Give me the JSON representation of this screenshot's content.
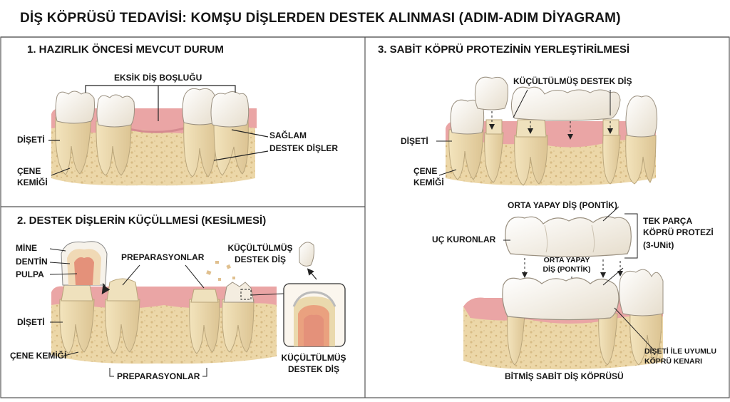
{
  "title": "DİŞ KÖPRÜSÜ TEDAVİSİ: KOMŞU DİŞLERDEN DESTEK ALINMASI (ADIM-ADIM DİYAGRAM)",
  "panel1": {
    "title": "1. HAZIRLIK ÖNCESİ MEVCUT DURUM",
    "gap_label": "EKSİK DİŞ BOŞLUĞU",
    "gum_label": "DİŞETİ",
    "bone_label_1": "ÇENE",
    "bone_label_2": "KEMİĞİ",
    "abutment_label_1": "SAĞLAM",
    "abutment_label_2": "DESTEK DİŞLER"
  },
  "panel2": {
    "title": "2. DESTEK DİŞLERİN KÜÇÜLLMESİ (KESİLMESİ)",
    "enamel_label": "MİNE",
    "dentin_label": "DENTİN",
    "pulp_label": "PULPA",
    "prep_label_top": "PREPARASYONLAR",
    "reduced_label_1": "KÜÇÜLTÜLMÜŞ",
    "reduced_label_2": "DESTEK DİŞ",
    "gum_label": "DİŞETİ",
    "bone_label": "ÇENE KEMİĞİ",
    "prep_label_bottom": "PREPARASYONLAR",
    "inset_label_1": "KÜÇÜLTÜLMÜŞ",
    "inset_label_2": "DESTEK DİŞ"
  },
  "panel3": {
    "title": "3. SABİT KÖPRÜ PROTEZİNİN YERLEŞTİRİLMESİ",
    "reduced_label": "KÜÇÜLTÜLMÜŞ DESTEK DİŞ",
    "gum_label": "DİŞETİ",
    "bone_label_1": "ÇENE",
    "bone_label_2": "KEMİĞİ",
    "pontic_label_top": "ORTA YAPAY DİŞ (PONTİK)",
    "crowns_label": "UÇ KURONLAR",
    "bridge_label_1": "TEK PARÇA",
    "bridge_label_2": "KÖPRÜ PROTEZİ",
    "bridge_label_3": "(3-UNit)",
    "pontic_label_mid_1": "ORTA YAPAY",
    "pontic_label_mid_2": "DİŞ (PONTİK)",
    "margin_label_1": "DİŞETİ İLE UYUMLU",
    "margin_label_2": "KÖPRÜ KENARI",
    "final_label": "BİTMİŞ SABİT DİŞ KÖPRÜSÜ"
  },
  "colors": {
    "gum": "#e9a4a4",
    "gum_dark": "#d98a8e",
    "bone": "#e9d3a3",
    "tooth": "#f5efe2",
    "root": "#ead9ad",
    "pulp": "#e0907a",
    "frame": "#444444"
  }
}
